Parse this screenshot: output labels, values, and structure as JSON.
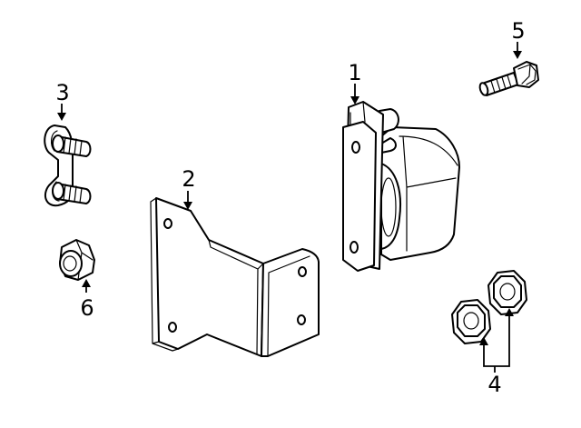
{
  "diagram": {
    "background": "#ffffff",
    "stroke": "#000000",
    "callouts": [
      {
        "id": "1",
        "text": "1"
      },
      {
        "id": "2",
        "text": "2"
      },
      {
        "id": "3",
        "text": "3"
      },
      {
        "id": "4",
        "text": "4"
      },
      {
        "id": "5",
        "text": "5"
      },
      {
        "id": "6",
        "text": "6"
      }
    ],
    "parts": [
      {
        "callout": "1",
        "icon": "trailer-connector-socket-icon"
      },
      {
        "callout": "2",
        "icon": "mounting-bracket-icon"
      },
      {
        "callout": "3",
        "icon": "stud-plate-icon"
      },
      {
        "callout": "4",
        "icon": "flange-nut-icon"
      },
      {
        "callout": "5",
        "icon": "bolt-icon"
      },
      {
        "callout": "6",
        "icon": "nut-icon"
      }
    ]
  }
}
